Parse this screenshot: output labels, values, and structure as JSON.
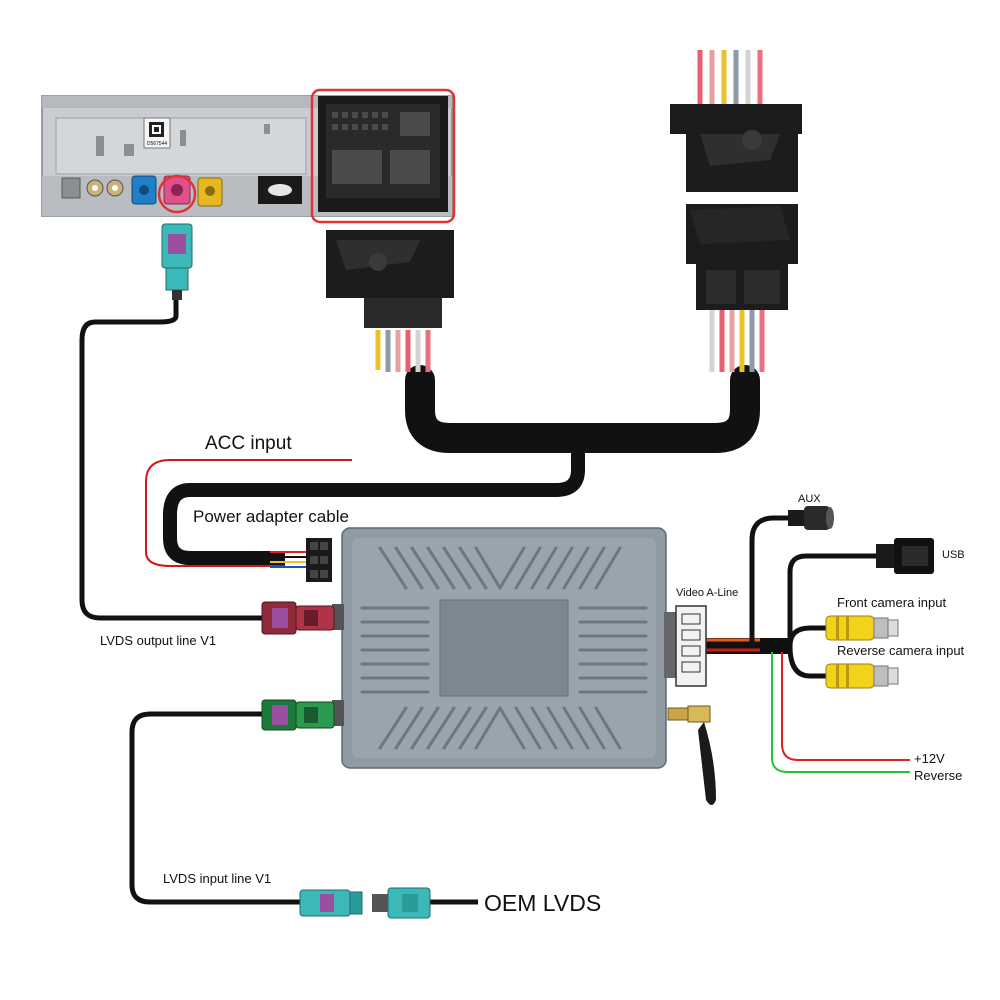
{
  "labels": {
    "acc_input": "ACC input",
    "power_adapter_cable": "Power adapter cable",
    "lvds_output_line": "LVDS output line V1",
    "lvds_input_line": "LVDS input line V1",
    "oem_lvds": "OEM LVDS",
    "video_a_line": "Video A-Line",
    "aux": "AUX",
    "usb": "USB",
    "front_camera_input": "Front camera input",
    "reverse_camera_input": "Reverse camera input",
    "plus_12v": "+12V",
    "reverse": "Reverse"
  },
  "head_unit": {
    "sticker_code": "D567544"
  },
  "colors": {
    "cable": "#111111",
    "acc_wire": "#d01818",
    "plus12v_wire": "#e02020",
    "reverse_wire": "#27c43a",
    "lvds_connector": "#3db8b8",
    "fakra_pink": "#e0508a",
    "fakra_yellow": "#e8b820",
    "rca_yellow": "#f2d21b",
    "module_body": "#8f9aa5",
    "highlight_red": "#e23232"
  },
  "icons": [
    "antenna-icon",
    "usb-plug-icon",
    "aux-jack-icon",
    "rca-plug-icon"
  ]
}
